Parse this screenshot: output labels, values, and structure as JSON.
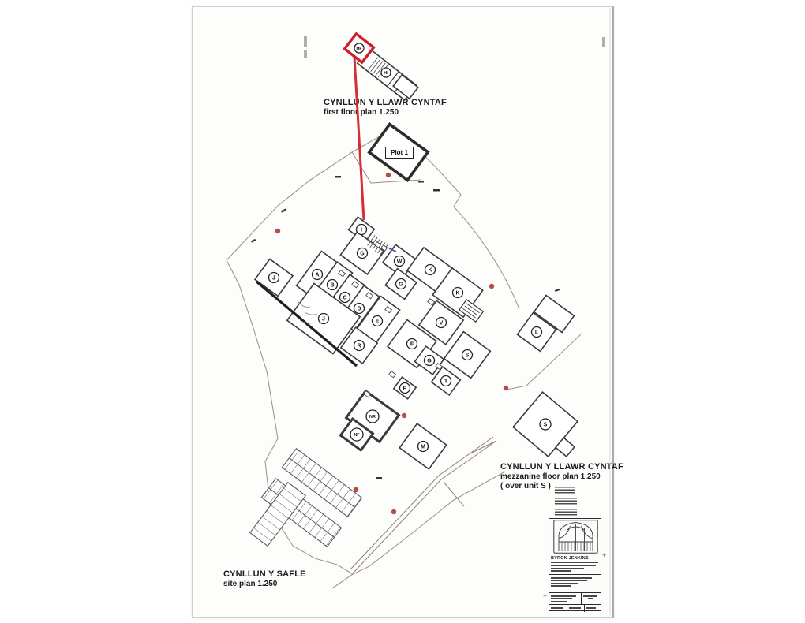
{
  "headings": {
    "first_floor_plan": {
      "title": "CYNLLUN Y LLAWR CYNTAF",
      "subtitle": "first floor plan 1.250"
    },
    "mezzanine_plan": {
      "title": "CYNLLUN Y LLAWR CYNTAF",
      "subtitle": "mezzanine floor plan 1.250",
      "note": "( over unit S )"
    },
    "site_plan": {
      "title": "CYNLLUN Y SAFLE",
      "subtitle": "site plan 1.250"
    }
  },
  "labels": {
    "plot": "Plot 1"
  },
  "units": {
    "hf": "HF",
    "hi": "HI",
    "i": "I",
    "g_top": "G",
    "w": "W",
    "k_upper": "K",
    "g_mid": "G",
    "k_lower": "K",
    "a": "A",
    "b": "B",
    "c": "C",
    "d": "D",
    "e": "E",
    "j_small": "J",
    "j_large": "J",
    "r": "R",
    "v": "V",
    "f": "F",
    "g_lower": "G",
    "s_terrace": "S",
    "t": "T",
    "p": "P",
    "nr": "NR",
    "nf": "NF",
    "m": "M",
    "l": "L",
    "s_detached": "S"
  },
  "title_block": {
    "firm_name": "BYRON JENKINS"
  },
  "colors": {
    "highlight_red": "#d01f26",
    "marker_red": "#ae332d",
    "wall_dark": "#3a3a3a",
    "boundary_line": "#a3948a",
    "paper": "#fdfdfc"
  }
}
